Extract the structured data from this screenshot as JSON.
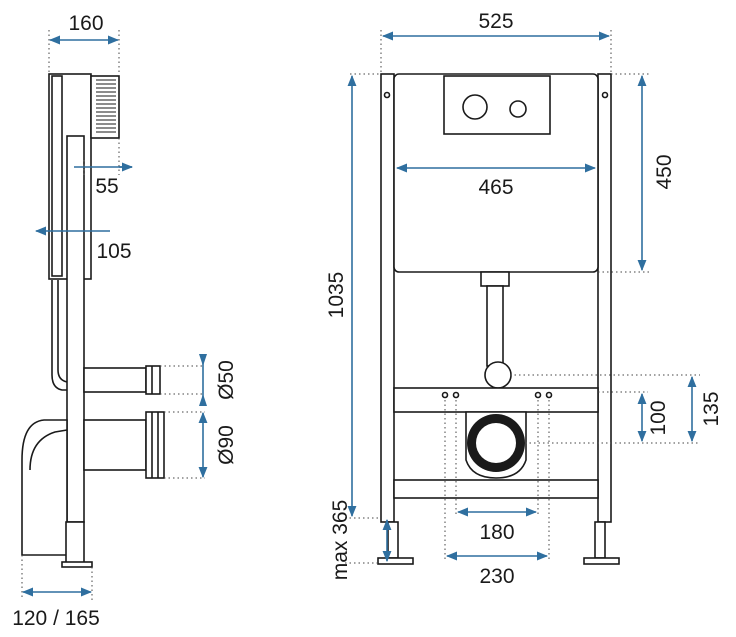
{
  "dimensions": {
    "side_depth": "160",
    "side_top_module": "55",
    "side_frame_depth": "105",
    "side_bottom_depth": "120 / 165",
    "drain_small_diameter": "Ø50",
    "drain_large_diameter": "Ø90",
    "front_total_width": "525",
    "front_cistern_width": "465",
    "front_cistern_height": "450",
    "front_total_height": "1035",
    "front_legs_max": "max 365",
    "front_drain_height_1": "100",
    "front_drain_height_2": "135",
    "front_bolt_spacing_1": "180",
    "front_bolt_spacing_2": "230"
  },
  "colors": {
    "line": "#1a1a1a",
    "dimension": "#2f6f9f"
  }
}
